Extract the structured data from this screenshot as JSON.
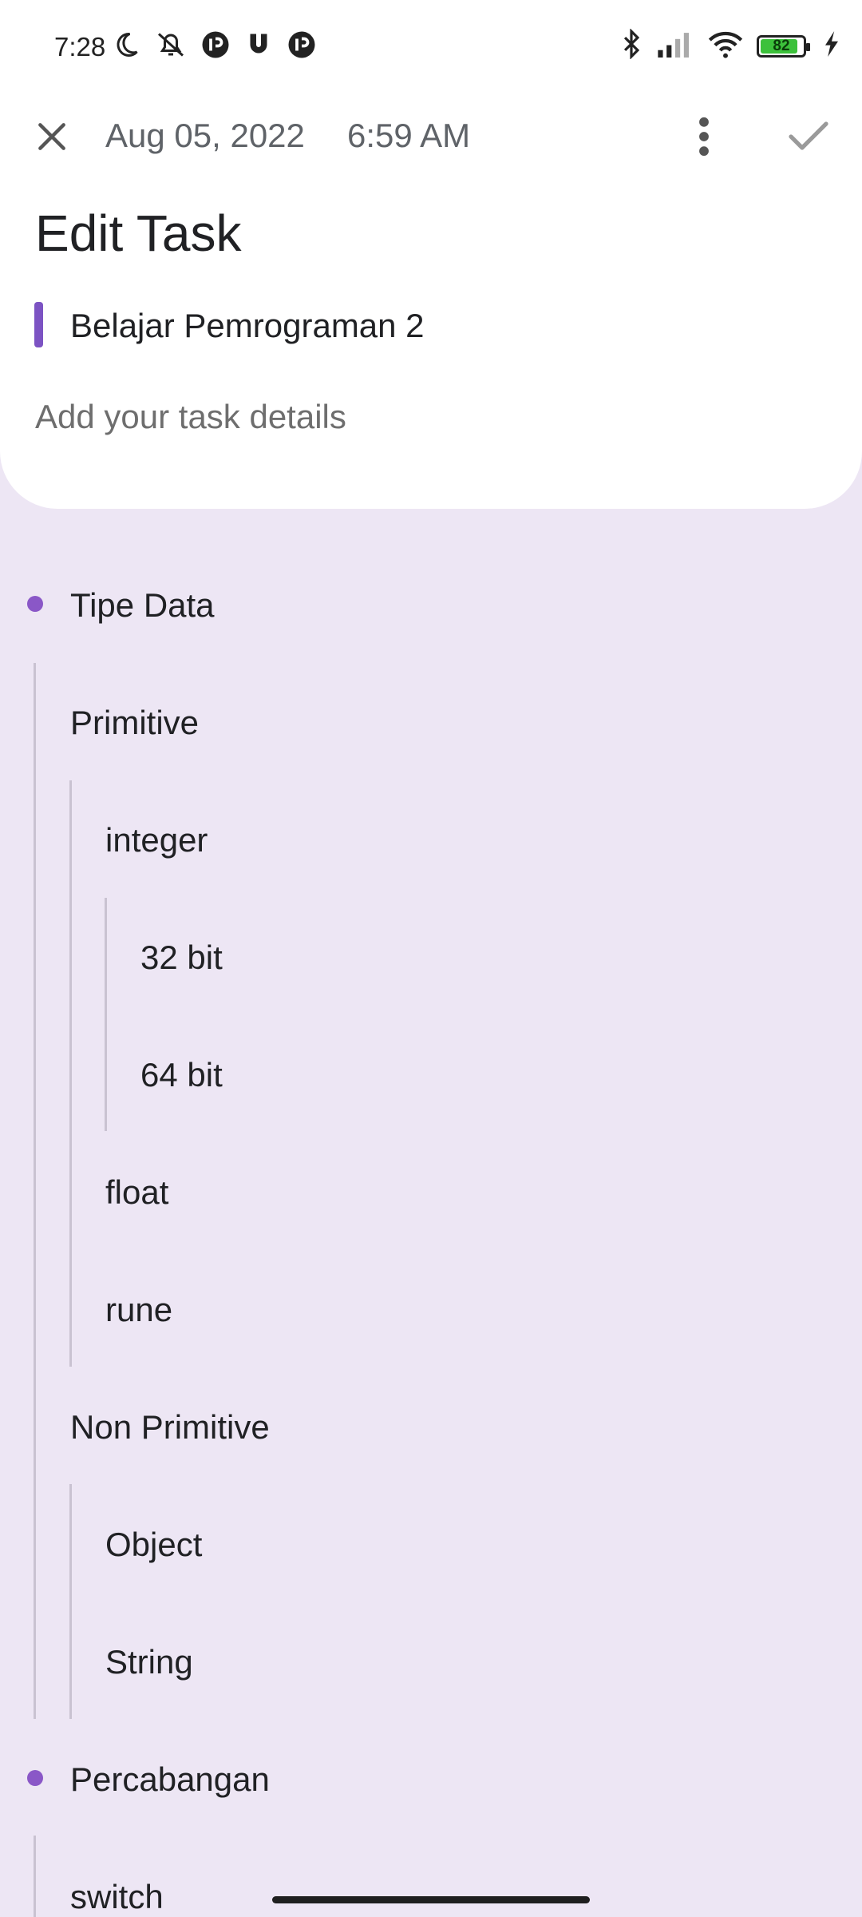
{
  "status_bar": {
    "time": "7:28",
    "battery_level": "82",
    "battery_fraction": 0.82,
    "left_icons": [
      "moon-icon",
      "bell-off-icon",
      "app-icon-1",
      "magnet-icon",
      "app-icon-2"
    ],
    "right_icons": [
      "bluetooth-icon",
      "signal-icon",
      "wifi-icon",
      "battery-icon",
      "charging-icon"
    ]
  },
  "toolbar": {
    "date": "Aug 05, 2022",
    "time": "6:59 AM"
  },
  "page": {
    "title": "Edit Task",
    "task_name": "Belajar Pemrograman 2",
    "details_placeholder": "Add your task details"
  },
  "outline": {
    "l0a": "Tipe Data",
    "l1a": "Primitive",
    "l2a": "integer",
    "l3a": "32 bit",
    "l3b": "64 bit",
    "l2b": "float",
    "l2c": "rune",
    "l1b": "Non Primitive",
    "l2d": "Object",
    "l2e": "String",
    "l0b": "Percabangan",
    "l1c": "switch"
  },
  "colors": {
    "accent": "#7C53C3",
    "background": "#EDE6F4",
    "card": "#FFFFFF"
  }
}
